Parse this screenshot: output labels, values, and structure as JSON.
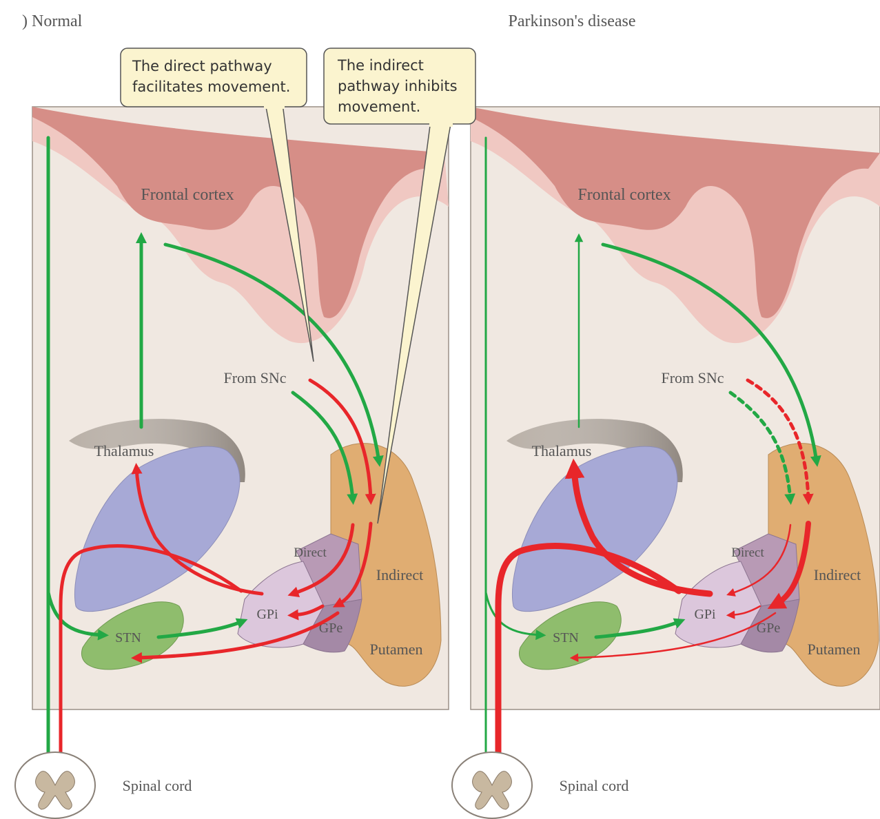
{
  "panels": [
    {
      "title": ") Normal",
      "frontal_cortex": "Frontal cortex",
      "from_snc": "From SNc",
      "thalamus": "Thalamus",
      "direct": "Direct",
      "indirect": "Indirect",
      "gpi": "GPi",
      "gpe": "GPe",
      "stn": "STN",
      "putamen": "Putamen",
      "spinal_cord": "Spinal cord"
    },
    {
      "title": "Parkinson's disease",
      "frontal_cortex": "Frontal cortex",
      "from_snc": "From SNc",
      "thalamus": "Thalamus",
      "direct": "Direct",
      "indirect": "Indirect",
      "gpi": "GPi",
      "gpe": "GPe",
      "stn": "STN",
      "putamen": "Putamen",
      "spinal_cord": "Spinal cord"
    }
  ],
  "callouts": {
    "direct": [
      "The direct pathway",
      "facilitates movement."
    ],
    "indirect": [
      "The indirect",
      "pathway inhibits",
      "movement."
    ]
  },
  "colors": {
    "excitatory": "#22a845",
    "inhibitory": "#e8262a",
    "cortex": "#d68e87",
    "cortex_light": "#f0c8c2",
    "background": "#f0e8e1",
    "thalamus_top": "#b9b0a7",
    "thalamus_body": "#a7a9d6",
    "putamen": "#e0ad72",
    "gp_direct": "#b89ab5",
    "gpi": "#dcc7dc",
    "gpe": "#a489a6",
    "stn": "#8fbd6d",
    "callout_fill": "#fbf4cf"
  }
}
